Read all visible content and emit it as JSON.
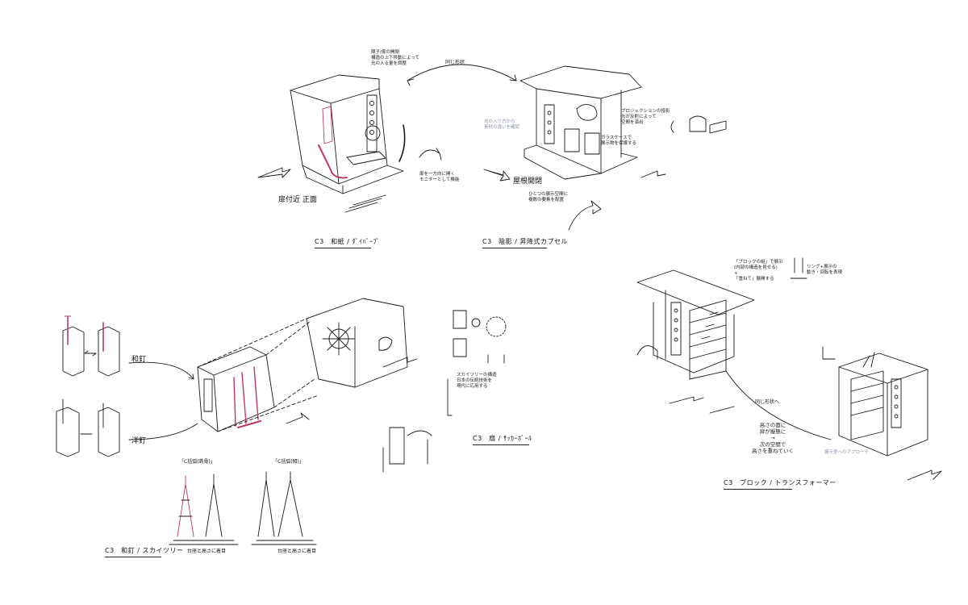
{
  "captions": {
    "c1": "C3　和紙 / ﾀﾞｲﾊﾞｰﾌﾟ",
    "c2": "C3　陰影 / 昇降式カプセル",
    "c3": "C3　和釘 / スカイツリー",
    "c4": "C3　扇 / ｻｯｶｰﾎﾞｰﾙ",
    "c5": "C3　ブロック / トランスフォーマー"
  },
  "labels": {
    "front": "扉付近 正面",
    "roof_open": "屋根開閉",
    "wakugi": "和釘",
    "yokugi": "洋釘",
    "sky1": "「C括弧(鉄骨)」",
    "sky2": "「C括弧(傾)」",
    "kaku": "台座と高さに着目",
    "kaku2": "台座と高さに着目",
    "matome": "高さの面に\n扉が擬態に\n→\n次の空間で\n高さを重ねていく"
  },
  "notes": {
    "n1": "障子/扉の開閉\n構造の上下移動によって\n光の入る量を調整",
    "n2": "扉を一方向に開く\nモニターとして機能",
    "n3": "光の入り方から\n素材の違いを確認",
    "n4": "プロジェクションの投影\n光が反射によって\n空間を演出",
    "n5": "ガラスケースで\n展示物を保護する",
    "n6": "ひとつの展示空間に\n複数の要素を配置",
    "n7": "スカイツリーの構造\n日本の伝統技術を\n現代に応用する",
    "n8": "「ブロックの組」で展示\n(内部の構造を見せる)\n+\n「重ねて」展開する",
    "n9": "リング+展示の\n動き・回転を表現",
    "n10": "展示室へのアプローチ"
  },
  "arrow_labels": {
    "a1": "同じ形状",
    "a2": "同じ形状へ"
  }
}
